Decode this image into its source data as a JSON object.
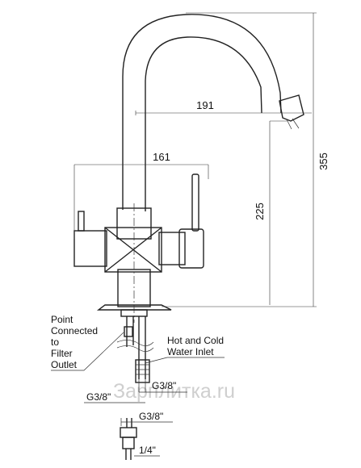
{
  "dimensions": {
    "spout_reach": "191",
    "body_width": "161",
    "total_height": "355",
    "spout_height": "225"
  },
  "labels": {
    "point_line1": "Point",
    "point_line2": "Connected",
    "point_line3": "to",
    "point_line4": "Filter",
    "point_line5": "Outlet",
    "hot_cold_line1": "Hot and Cold",
    "hot_cold_line2": "Water Inlet"
  },
  "threads": {
    "upper_right": "G3/8\"",
    "upper_left": "G3/8\"",
    "lower": "G3/8\"",
    "bottom": "1/4\""
  },
  "watermark": "Зарплитка.ru"
}
